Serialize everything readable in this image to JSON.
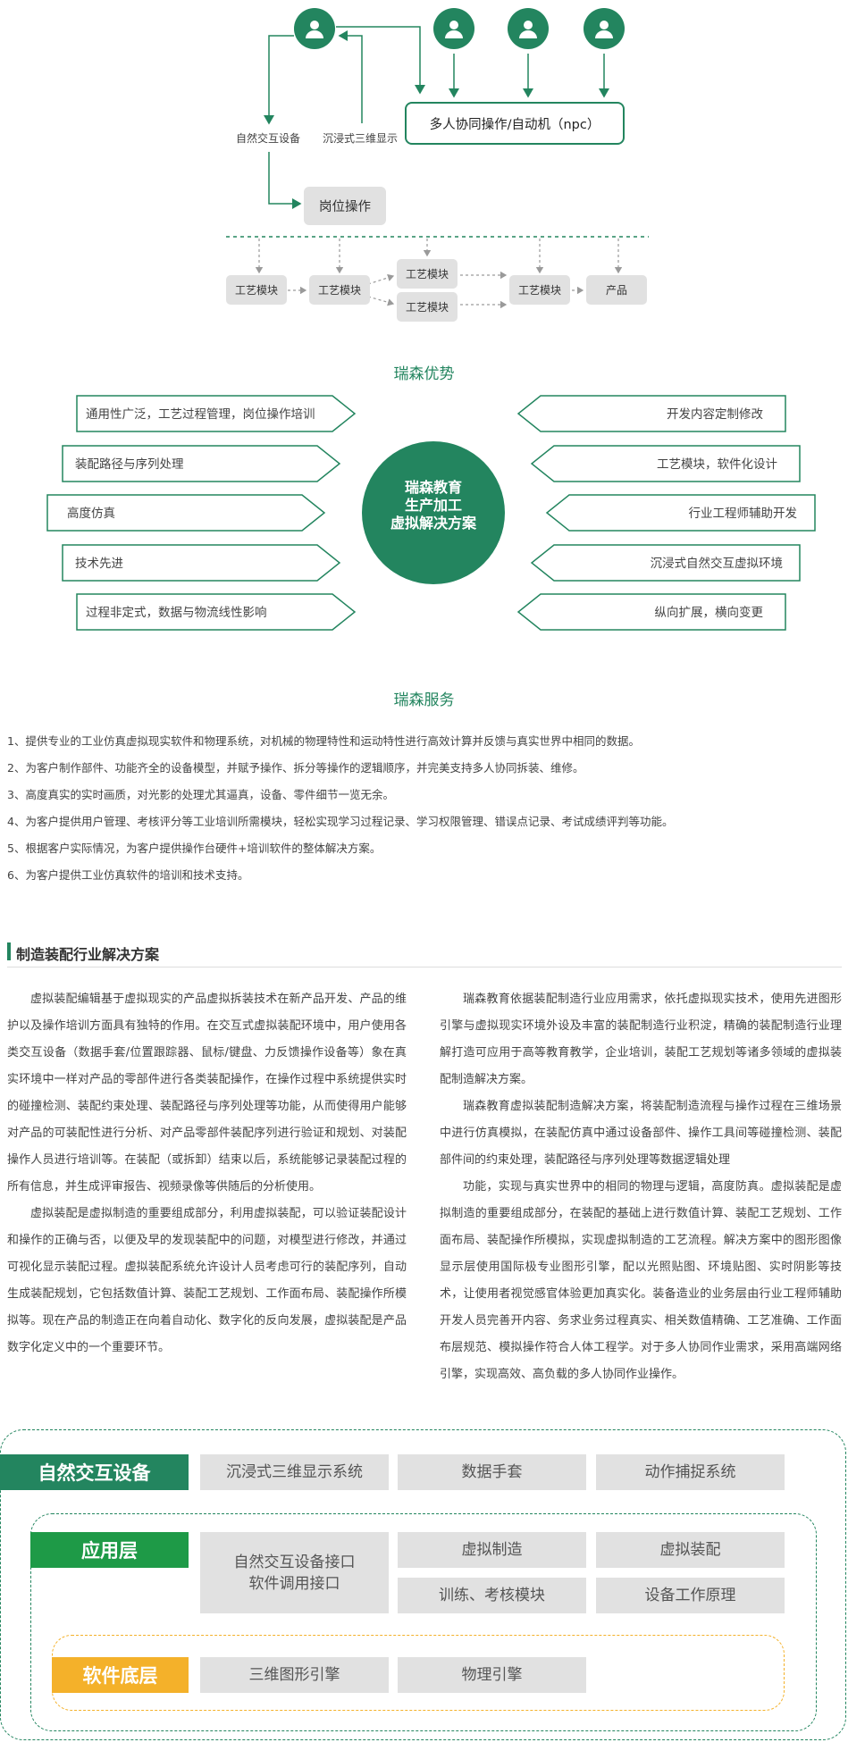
{
  "flow": {
    "labels": {
      "natural_device": "自然交互设备",
      "immersive_display": "沉浸式三维显示",
      "post_op": "岗位操作",
      "multi_user": "多人协同操作/自动机（npc）"
    },
    "modules": {
      "m1": "工艺模块",
      "m2": "工艺模块",
      "m3a": "工艺模块",
      "m3b": "工艺模块",
      "m4": "工艺模块",
      "product": "产品"
    },
    "colors": {
      "green": "#23855f",
      "arrow": "#9a9a9a"
    }
  },
  "advantages": {
    "title": "瑞森优势",
    "center": [
      "瑞森教育",
      "生产加工",
      "虚拟解决方案"
    ],
    "left": [
      "通用性广泛，工艺过程管理，岗位操作培训",
      "装配路径与序列处理",
      "高度仿真",
      "技术先进",
      "过程非定式，数据与物流线性影响"
    ],
    "right": [
      "开发内容定制修改",
      "工艺模块，软件化设计",
      "行业工程师辅助开发",
      "沉浸式自然交互虚拟环境",
      "纵向扩展，横向变更"
    ]
  },
  "services": {
    "title": "瑞森服务",
    "items": [
      "1、提供专业的工业仿真虚拟现实软件和物理系统，对机械的物理特性和运动特性进行高效计算并反馈与真实世界中相同的数据。",
      "2、为客户制作部件、功能齐全的设备模型，并赋予操作、拆分等操作的逻辑顺序，并完美支持多人协同拆装、维修。",
      "3、高度真实的实时画质，对光影的处理尤其逼真，设备、零件细节一览无余。",
      "4、为客户提供用户管理、考核评分等工业培训所需模块，轻松实现学习过程记录、学习权限管理、错误点记录、考试成绩评判等功能。",
      "5、根据客户实际情况，为客户提供操作台硬件+培训软件的整体解决方案。",
      "6、为客户提供工业仿真软件的培训和技术支持。"
    ]
  },
  "solution": {
    "title": "制造装配行业解决方案",
    "left_paras": [
      "虚拟装配编辑基于虚拟现实的产品虚拟拆装技术在新产品开发、产品的维护以及操作培训方面具有独特的作用。在交互式虚拟装配环境中，用户使用各类交互设备（数据手套/位置跟踪器、鼠标/键盘、力反馈操作设备等）象在真实环境中一样对产品的零部件进行各类装配操作，在操作过程中系统提供实时的碰撞检测、装配约束处理、装配路径与序列处理等功能，从而使得用户能够对产品的可装配性进行分析、对产品零部件装配序列进行验证和规划、对装配操作人员进行培训等。在装配（或拆卸）结束以后，系统能够记录装配过程的所有信息，并生成评审报告、视频录像等供随后的分析使用。",
      "虚拟装配是虚拟制造的重要组成部分，利用虚拟装配，可以验证装配设计和操作的正确与否，以便及早的发现装配中的问题，对模型进行修改，并通过可视化显示装配过程。虚拟装配系统允许设计人员考虑可行的装配序列，自动生成装配规划，它包括数值计算、装配工艺规划、工作面布局、装配操作所模拟等。现在产品的制造正在向着自动化、数字化的反向发展，虚拟装配是产品数字化定义中的一个重要环节。"
    ],
    "right_paras": [
      "瑞森教育依据装配制造行业应用需求，依托虚拟现实技术，使用先进图形引擎与虚拟现实环境外设及丰富的装配制造行业积淀，精确的装配制造行业理解打造可应用于高等教育教学，企业培训，装配工艺规划等诸多领域的虚拟装配制造解决方案。",
      "瑞森教育虚拟装配制造解决方案，将装配制造流程与操作过程在三维场景中进行仿真模拟，在装配仿真中通过设备部件、操作工具间等碰撞检测、装配部件间的约束处理，装配路径与序列处理等数据逻辑处理",
      "功能，实现与真实世界中的相同的物理与逻辑，高度防真。虚拟装配是虚拟制造的重要组成部分，在装配的基础上进行数值计算、装配工艺规划、工作面布局、装配操作所模拟，实现虚拟制造的工艺流程。解决方案中的图形图像显示层使用国际极专业图形引擎，配以光照贴图、环境贴图、实时阴影等技术，让使用者视觉感官体验更加真实化。装备造业的业务层由行业工程师辅助开发人员完善开内容、务求业务过程真实、相关数值精确、工艺准确、工作面布层规范、模拟操作符合人体工程学。对于多人协同作业需求，采用高端网络引擎，实现高效、高负载的多人协同作业操作。"
    ]
  },
  "architecture": {
    "layer1": {
      "label": "自然交互设备",
      "items": [
        "沉浸式三维显示系统",
        "数据手套",
        "动作捕捉系统"
      ],
      "color": "#23855f"
    },
    "layer2": {
      "label": "应用层",
      "interface": [
        "自然交互设备接口",
        "软件调用接口"
      ],
      "items": [
        "虚拟制造",
        "虚拟装配",
        "训练、考核模块",
        "设备工作原理"
      ],
      "color": "#1e9a47"
    },
    "layer3": {
      "label": "软件底层",
      "items": [
        "三维图形引擎",
        "物理引擎"
      ],
      "color": "#f4b12a"
    }
  }
}
